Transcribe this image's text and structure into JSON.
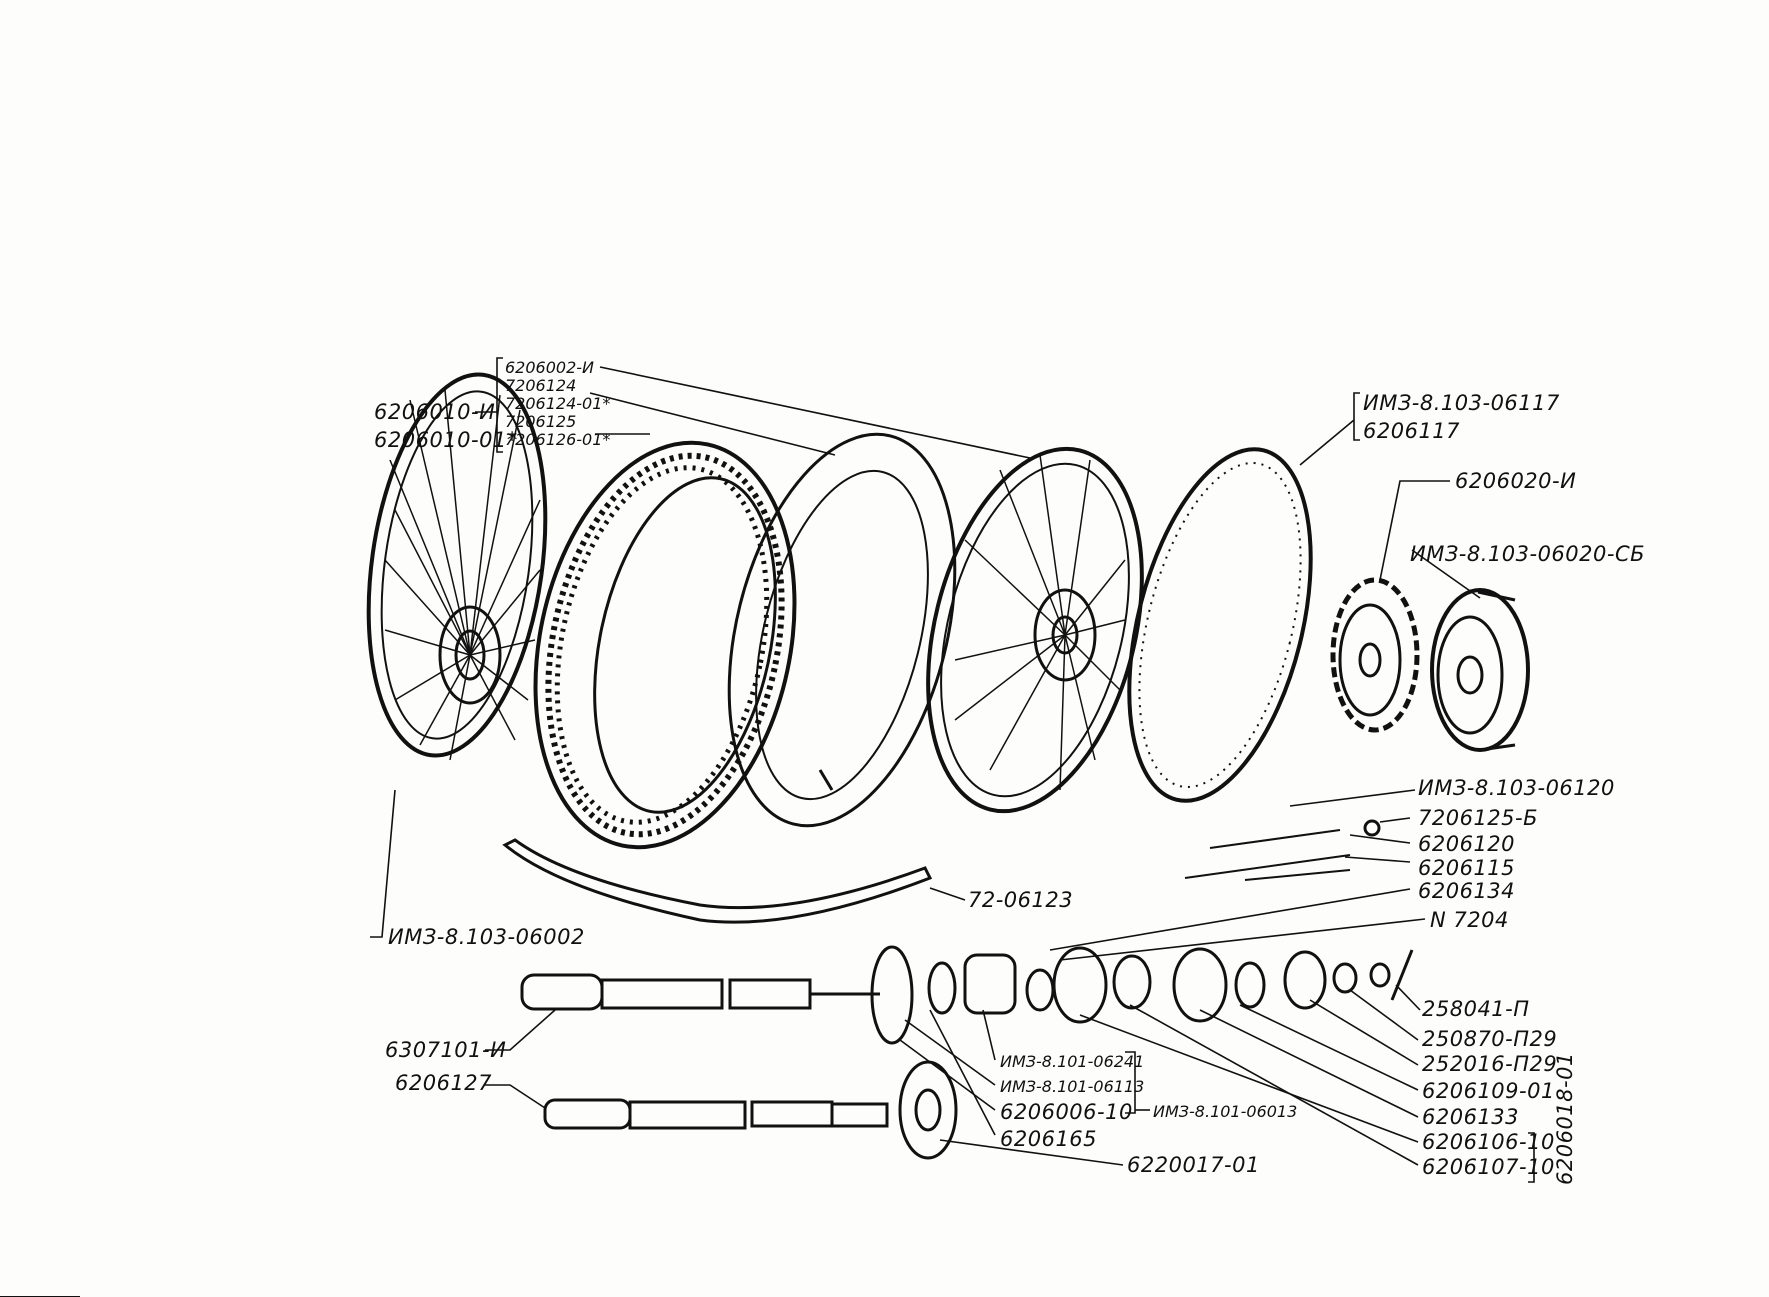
{
  "labels": {
    "tire_group": [
      "6206002-И",
      "7206124",
      "7206124-01*",
      "7206125",
      "7206126-01*"
    ],
    "wheel_front": [
      "6206010-И",
      "6206010-01*"
    ],
    "rim_group": [
      "ИМЗ-8.103-06117",
      "6206117"
    ],
    "sprocket": "6206020-И",
    "brake_drum": "ИМЗ-8.103-06020-СБ",
    "spoke_group": [
      "ИМЗ-8.103-06120",
      "7206125-Б",
      "6206120",
      "6206115",
      "6206134",
      "N 7204"
    ],
    "rim_tape": "72-06123",
    "wheel_assembly": "ИМЗ-8.103-06002",
    "axle_1": "6307101-И",
    "axle_2": "6206127",
    "hub_left_group": [
      "ИМЗ-8.101-06241",
      "ИМЗ-8.101-06113",
      "6206006-10",
      "6206165"
    ],
    "hub_group_assembly": "ИМЗ-8.101-06013",
    "seal": "6220017-01",
    "right_group": [
      "258041-П",
      "250870-П29",
      "252016-П29",
      "6206109-01",
      "6206133",
      "6206106-10",
      "6206107-10"
    ],
    "drawing_number": "6206018-01"
  }
}
